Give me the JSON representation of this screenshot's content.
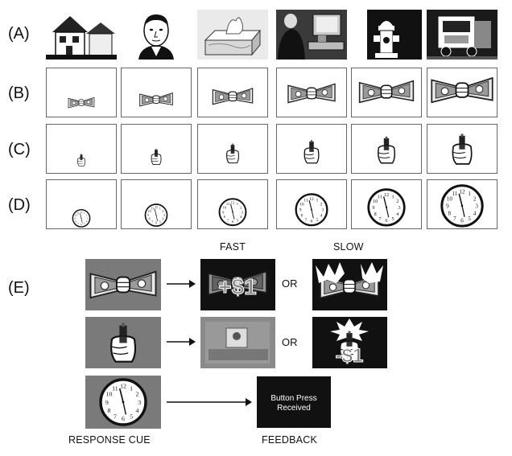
{
  "rows": {
    "A": {
      "label": "(A)"
    },
    "B": {
      "label": "(B)"
    },
    "C": {
      "label": "(C)"
    },
    "D": {
      "label": "(D)"
    },
    "E": {
      "label": "(E)"
    }
  },
  "row_a_images": [
    "house",
    "face",
    "tissue-box",
    "computer-user",
    "fire-hydrant",
    "truck"
  ],
  "captions": {
    "fast": "FAST",
    "slow": "SLOW",
    "or": "OR",
    "response_cue": "RESPONSE CUE",
    "feedback": "FEEDBACK"
  },
  "feedback_box": {
    "line1": "Button Press",
    "line2": "Received"
  },
  "colors": {
    "panel_border": "#666666",
    "dark_background": "#111111",
    "grey_background": "#6e6e6e",
    "text": "#111111"
  }
}
